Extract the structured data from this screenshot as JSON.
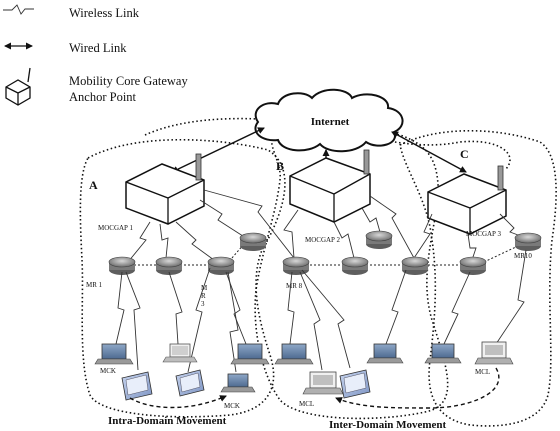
{
  "legend": {
    "wireless": "Wireless Link",
    "wired": "Wired Link",
    "gateway_line1": "Mobility Core Gateway",
    "gateway_line2": "Anchor Point"
  },
  "cloud": {
    "label": "Internet"
  },
  "domains": {
    "a": "A",
    "b": "B",
    "c": "C"
  },
  "gateways": {
    "g1": "MOCGAP 1",
    "g2": "MOCGAP 2",
    "g3": "MOCGAP 3"
  },
  "routers": {
    "mr1": "MR 1",
    "mr3_m": "M",
    "mr3_r": "R",
    "mr3_n": "3",
    "mr8": "MR 8",
    "mr10": "MR10"
  },
  "devices": {
    "mck_top": "MCK",
    "mck_bottom": "MCK",
    "mcl_mid": "MCL",
    "mcl_right": "MCL"
  },
  "captions": {
    "intra": "Intra-Domain Movement",
    "inter": "Inter-Domain Movement"
  }
}
